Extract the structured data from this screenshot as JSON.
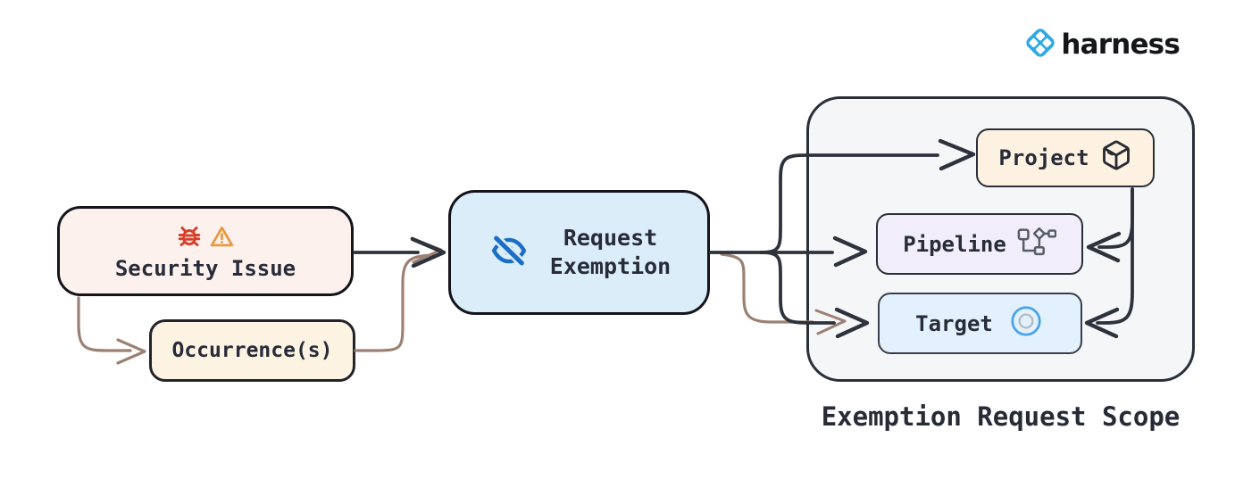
{
  "brand": {
    "name": "harness",
    "logo_color": "#2fa9e2",
    "text_color": "#15161a"
  },
  "diagram": {
    "nodes": {
      "security_issue": {
        "label": "Security Issue",
        "bg": "#fdf1ee",
        "icons": [
          "bug-icon",
          "warning-icon"
        ]
      },
      "occurrences": {
        "label": "Occurrence(s)",
        "bg": "#fcf3e3"
      },
      "request_exemption": {
        "label": "Request\nExemption",
        "bg": "#dcedfa",
        "icons": [
          "eye-off-icon"
        ]
      },
      "project": {
        "label": "Project",
        "bg": "#fdf2e1",
        "icons": [
          "package-icon"
        ]
      },
      "pipeline": {
        "label": "Pipeline",
        "bg": "#f1edfb",
        "icons": [
          "pipeline-graph-icon"
        ]
      },
      "target": {
        "label": "Target",
        "bg": "#e2f1fd",
        "icons": [
          "target-circle-icon"
        ]
      }
    },
    "scope": {
      "caption": "Exemption Request Scope",
      "bg": "#f4f6f8"
    },
    "edges": [
      {
        "from": "security_issue",
        "to": "request_exemption",
        "color": "#2d323c"
      },
      {
        "from": "security_issue",
        "to": "occurrences",
        "color": "#9b8173"
      },
      {
        "from": "occurrences",
        "to": "request_exemption",
        "color": "#9b8173"
      },
      {
        "from": "request_exemption",
        "to": "project",
        "color": "#2d323c"
      },
      {
        "from": "request_exemption",
        "to": "pipeline",
        "color": "#2d323c"
      },
      {
        "from": "request_exemption",
        "to": "target",
        "color": "#2d323c"
      },
      {
        "from": "occurrences",
        "to": "target",
        "color": "#9b8173"
      },
      {
        "from": "project",
        "to": "pipeline",
        "color": "#2d323c"
      },
      {
        "from": "project",
        "to": "target",
        "color": "#2d323c"
      }
    ],
    "colors": {
      "edge_dark": "#2d323c",
      "edge_brown": "#9b8173",
      "bug_icon": "#d5402b",
      "warning_icon": "#e8963b",
      "eye_off_icon": "#1b6ec5",
      "target_ring": "#4aa3ea"
    }
  }
}
